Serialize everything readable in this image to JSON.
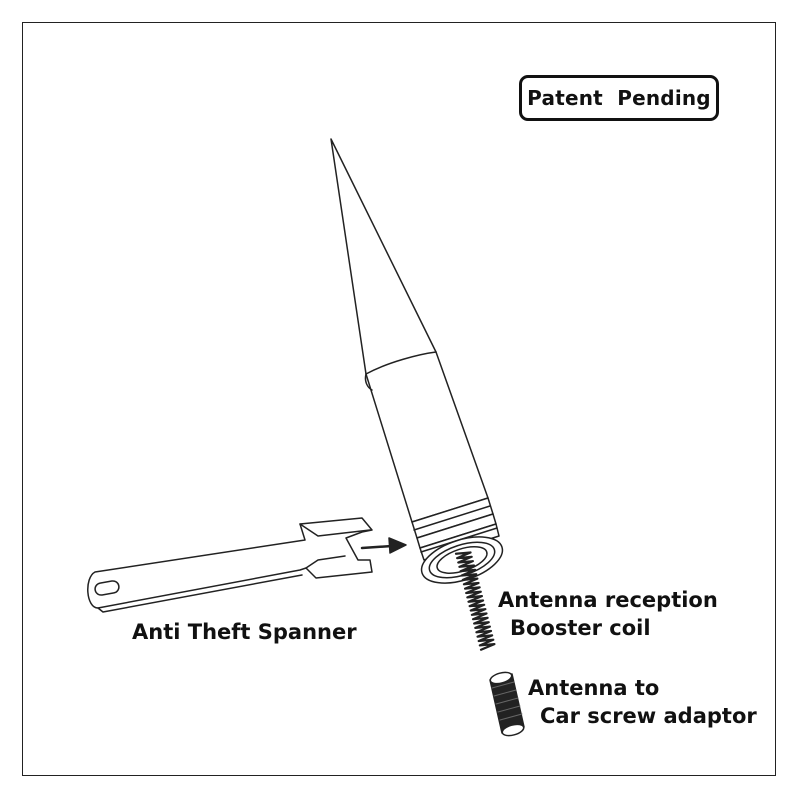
{
  "badge": {
    "text": "Patent  Pending"
  },
  "labels": {
    "spanner": "Anti Theft Spanner",
    "coil_line1": "Antenna reception",
    "coil_line2": "Booster coil",
    "adaptor_line1": "Antenna to",
    "adaptor_line2": "Car screw adaptor"
  },
  "colors": {
    "line": "#222222",
    "background": "#ffffff"
  }
}
